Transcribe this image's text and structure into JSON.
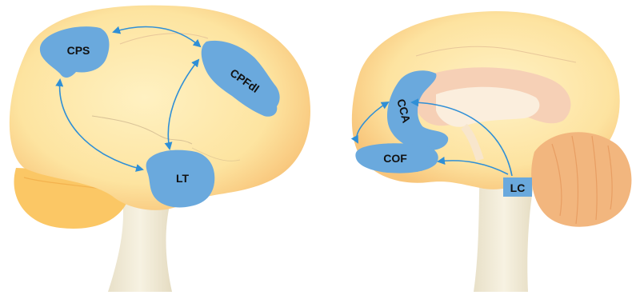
{
  "regions": {
    "cps": "CPS",
    "cpfdl": "CPFdl",
    "lt": "LT",
    "cca": "CCA",
    "cof": "COF",
    "lc": "LC"
  },
  "colors": {
    "cortex": "#fde7a9",
    "cortex_edge": "#f9c97a",
    "cerebellum": "#fbc765",
    "brainstem": "#efe7cf",
    "region_fill": "#6aa9dd",
    "arrow": "#2f8fd6",
    "callosum": "#f6cdb4",
    "cerebellum_right": "#f2b67e"
  }
}
